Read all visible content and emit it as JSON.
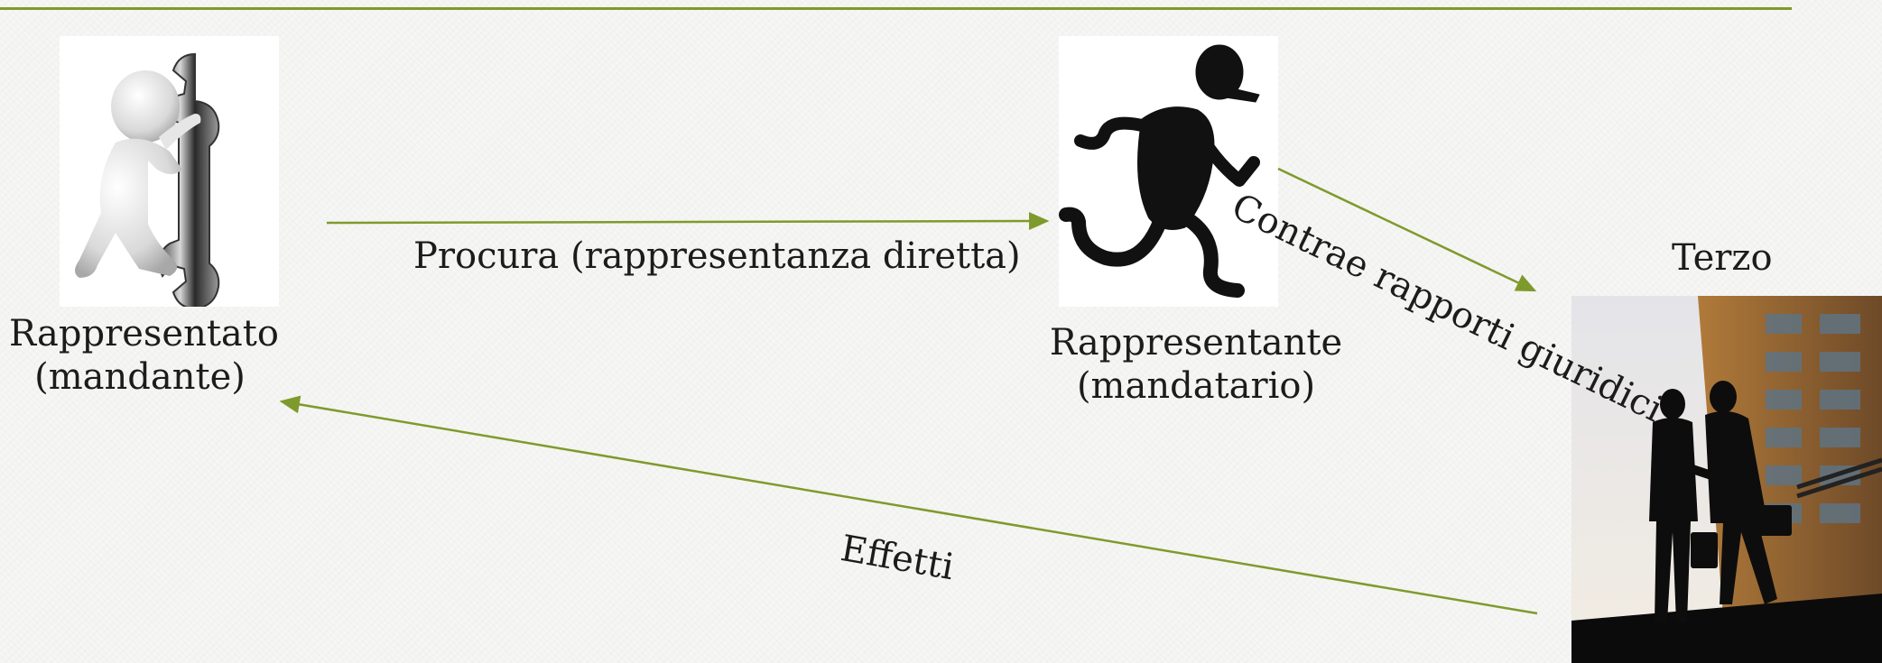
{
  "accent_color": "#7f9a2c",
  "nodes": {
    "principal": {
      "line1": "Rappresentato",
      "line2": "(mandante)",
      "icon": "person-with-wrench-icon"
    },
    "agent": {
      "line1": "Rappresentante",
      "line2": "(mandatario)",
      "icon": "running-man-icon"
    },
    "third_party": {
      "label": "Terzo",
      "icon": "business-handshake-photo"
    }
  },
  "edges": {
    "mandate": "Procura (rappresentanza diretta)",
    "contract": "Contrae rapporti giuridici",
    "effects": "Effetti"
  }
}
